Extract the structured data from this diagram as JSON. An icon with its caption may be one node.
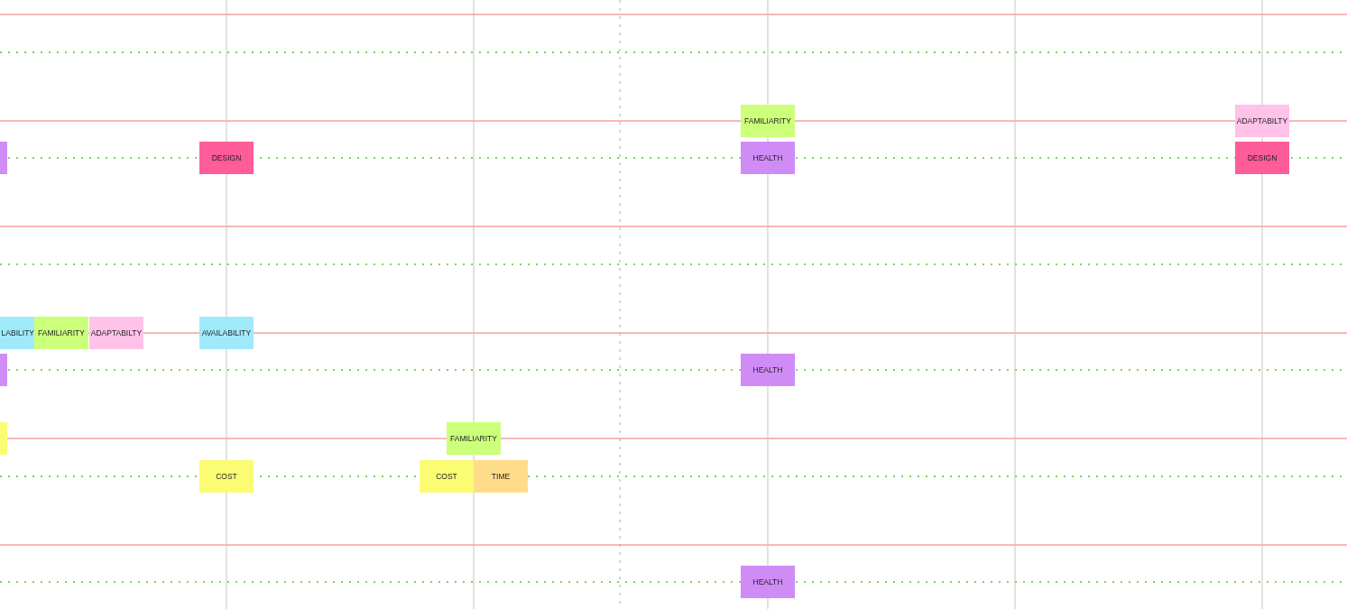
{
  "diagram": {
    "nodes": [
      {
        "text": [
          "FAMILIARITY"
        ]
      },
      {
        "text": [
          "ADAPTABILTY"
        ]
      },
      {
        "text": [],
        "shape": "box"
      },
      {
        "text": [
          "DESIGN"
        ]
      },
      {
        "text": [
          "HEALTH"
        ]
      },
      {
        "text": [
          "DESIGN"
        ]
      },
      {
        "text": [
          "LABILITY"
        ]
      },
      {
        "text": [
          "FAMILIARITY"
        ]
      },
      {
        "text": [
          "ADAPTABILTY"
        ]
      },
      {
        "text": [
          "AVAILABILITY"
        ]
      },
      {
        "text": [],
        "shape": "box"
      },
      {
        "text": [
          "HEALTH"
        ]
      },
      {
        "text": [],
        "shape": "box"
      },
      {
        "text": [
          "FAMILIARITY"
        ]
      },
      {
        "text": [
          "COST"
        ]
      },
      {
        "text": [
          "COST"
        ]
      },
      {
        "text": [
          "TIME"
        ]
      },
      {
        "text": [
          "HEALTH"
        ]
      }
    ]
  }
}
